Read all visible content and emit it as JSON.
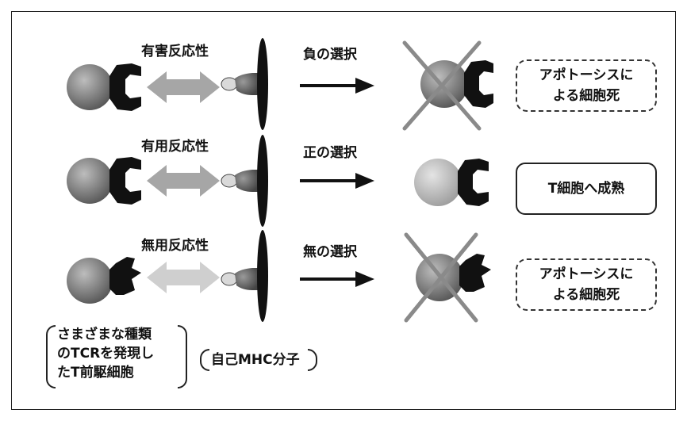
{
  "rows": [
    {
      "reactivity": "有害反応性",
      "selection": "負の選択",
      "outcome": "アポトーシスに\nよる細胞死",
      "outcome_style": "dashed",
      "crossed": true
    },
    {
      "reactivity": "有用反応性",
      "selection": "正の選択",
      "outcome": "T細胞へ成熟",
      "outcome_style": "solid",
      "crossed": false
    },
    {
      "reactivity": "無用反応性",
      "selection": "無の選択",
      "outcome": "アポトーシスに\nよる細胞死",
      "outcome_style": "dashed",
      "crossed": true
    }
  ],
  "legend": {
    "precursor": "さまざまな種類\nのTCRを発現し\nたT前駆細胞",
    "mhc": "自己MHC分子"
  },
  "colors": {
    "cell_dark": "#777777",
    "cell_light": "#b8b8b8",
    "receptor": "#111111",
    "arrow_bright": "#a6a6a6",
    "arrow_faint": "#cfcfcf",
    "cross": "#8a8a8a",
    "peptide": "#d9d9d9",
    "mhc_body": "#555555"
  }
}
